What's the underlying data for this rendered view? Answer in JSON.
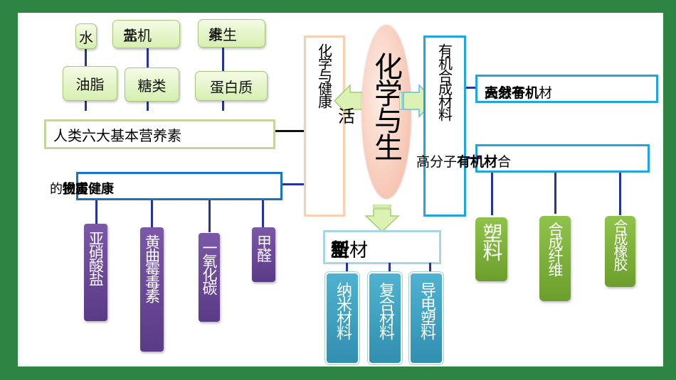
{
  "center": {
    "title": "化学与生",
    "stray_char": "活"
  },
  "health": {
    "panel_title": "化学与健康",
    "nutrients_label": "人类六大基本营养素",
    "nutrients": [
      {
        "label": "水"
      },
      {
        "label": "无机盐",
        "overlap_a": "无机",
        "overlap_b": "盐"
      },
      {
        "label": "维生素",
        "overlap_a": "维生",
        "overlap_b": "素"
      },
      {
        "label": "油脂"
      },
      {
        "label": "糖类"
      },
      {
        "label": "蛋白质"
      }
    ],
    "harmful_label_prefix": "的",
    "harmful_label_overlap_a": "损害健康",
    "harmful_label_overlap_b": "物质",
    "harmful": [
      {
        "label": "亚硝酸盐"
      },
      {
        "label": "黄曲霉毒素"
      },
      {
        "label": "一氧化碳"
      },
      {
        "label": "甲醛"
      }
    ]
  },
  "organic": {
    "panel_title": "有机合成材料",
    "natural_label_a": "天然有机",
    "natural_label_b": "高分子",
    "natural_label_c": "材",
    "synthetic_label_a": "高分子",
    "synthetic_label_b": "有机材",
    "synthetic_label_c": "合",
    "items": [
      {
        "label": "塑料"
      },
      {
        "label": "合成纤维"
      },
      {
        "label": "合成橡胶"
      }
    ]
  },
  "new_materials": {
    "label_a": "新",
    "label_b": "型",
    "label_c": "材",
    "items": [
      {
        "label": "纳米材料"
      },
      {
        "label": "复合材料"
      },
      {
        "label": "导电塑料"
      }
    ]
  },
  "colors": {
    "frame": "#2e8443",
    "nutrient_box": "#d6efb0",
    "purple": "#6a4a98",
    "teal": "#3ea2c4",
    "green": "#7bb03a",
    "connector": "#27349a"
  }
}
